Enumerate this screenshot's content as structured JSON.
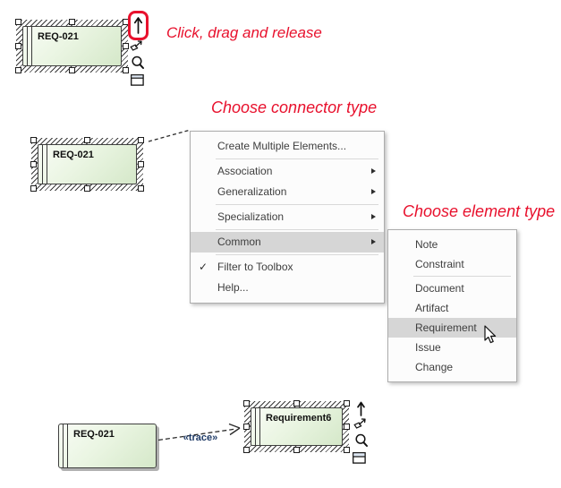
{
  "annotations": {
    "click_drag": "Click, drag and release",
    "choose_connector": "Choose connector type",
    "choose_element": "Choose element type"
  },
  "elements": {
    "req_top": {
      "label": "REQ-021"
    },
    "req_mid": {
      "label": "REQ-021"
    },
    "req_bottom": {
      "label": "REQ-021"
    },
    "requirement6": {
      "label": "Requirement6"
    }
  },
  "connector": {
    "stereotype": "«trace»"
  },
  "context_menu": {
    "checkmark": "✓",
    "items": [
      {
        "label": "Create Multiple Elements..."
      },
      {
        "label": "Association",
        "has_submenu": true
      },
      {
        "label": "Generalization",
        "has_submenu": true
      },
      {
        "label": "Specialization",
        "has_submenu": true
      },
      {
        "label": "Common",
        "has_submenu": true,
        "highlighted": true
      },
      {
        "label": "Filter to Toolbox",
        "checked": true
      },
      {
        "label": "Help..."
      }
    ]
  },
  "element_submenu": {
    "items": [
      "Note",
      "Constraint",
      "Document",
      "Artifact",
      "Requirement",
      "Issue",
      "Change"
    ],
    "highlighted_item": "Requirement"
  },
  "icons": {
    "quicklinker_arrow": "up-arrow",
    "quick_action": "northeast-arrow",
    "zoom_magnifier": "magnifier",
    "compartment_toggle": "window",
    "menu_checkmark": "✓",
    "submenu_expander": "right-triangle",
    "mouse_cursor": "arrow-pointer"
  },
  "colors": {
    "annotation_red": "#e8112d",
    "element_fill_light": "#f8fcf5",
    "element_fill_dark": "#d5e8c9",
    "element_border": "#3f3f3f",
    "menu_highlight": "#d6d6d6",
    "menu_border": "#adadad",
    "trace_label_blue": "#1e3a66"
  }
}
